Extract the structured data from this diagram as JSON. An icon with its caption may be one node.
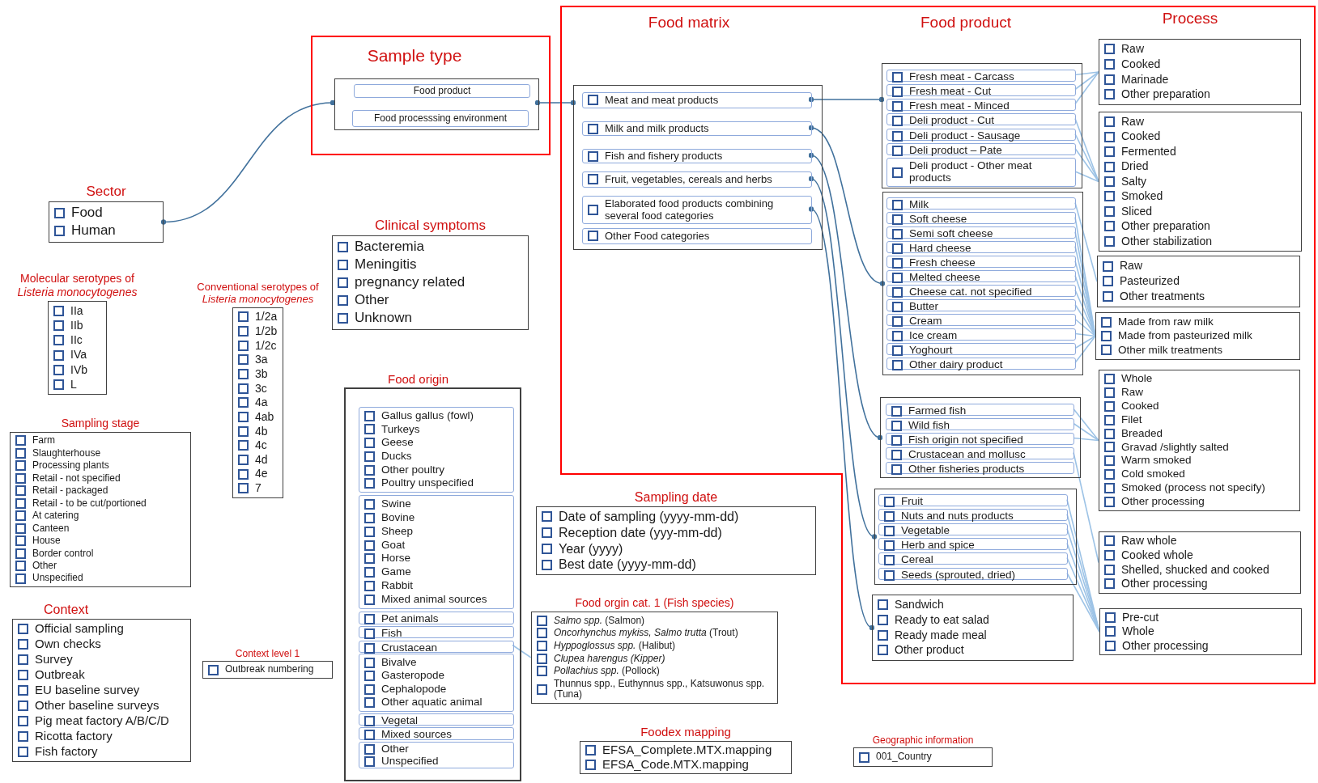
{
  "diagram": {
    "nodes": [
      {
        "text": [
          "Sample type"
        ]
      },
      {
        "text": [],
        "shape": "box",
        "in": 0
      },
      {
        "text": [
          "Food product"
        ],
        "in": 1
      },
      {
        "text": [
          "Food processsing environment"
        ],
        "in": 1
      },
      {
        "text": [
          "Sector",
          "Food",
          "Human"
        ]
      },
      {
        "text": [
          "Clinical symptoms",
          "Bacteremia",
          "Meningitis",
          "pregnancy related",
          "Other",
          "Unknown"
        ]
      },
      {
        "text": [
          "Molecular serotypes of *Listeria monocytogenes*",
          "IIa",
          "IIb",
          "IIc",
          "IVa",
          "IVb",
          "L"
        ]
      },
      {
        "text": [
          "Conventional serotypes of *Listeria monocytogenes*",
          "1/2a",
          "1/2b",
          "1/2c",
          "3a",
          "3b",
          "3c",
          "4a",
          "4ab",
          "4b",
          "4c",
          "4d",
          "4e",
          "7"
        ]
      },
      {
        "text": [
          "Sampling stage",
          "Farm",
          "Slaughterhouse",
          "Processing plants",
          "Retail - not specified",
          "Retail - packaged",
          "Retail - to be cut/portioned",
          "At catering",
          "Canteen",
          "House",
          "Border control",
          "Other",
          "Unspecified"
        ]
      },
      {
        "text": [
          "Context",
          "Official sampling",
          "Own checks",
          "Survey",
          "Outbreak",
          "EU baseline survey",
          "Other baseline surveys",
          "Pig meat factory A/B/C/D",
          "Ricotta factory",
          "Fish factory"
        ]
      },
      {
        "text": [
          "Context level 1",
          "Outbreak numbering"
        ]
      },
      {
        "text": [
          "Food origin"
        ]
      },
      {
        "text": [
          "Gallus gallus (fowl)",
          "Turkeys",
          "Geese",
          "Ducks",
          "Other poultry",
          "Poultry unspecified"
        ],
        "in": 11
      },
      {
        "text": [
          "Swine",
          "Bovine",
          "Sheep",
          "Goat",
          "Horse",
          "Game",
          "Rabbit",
          "Mixed animal sources"
        ],
        "in": 11
      },
      {
        "text": [
          "Pet animals"
        ],
        "in": 11
      },
      {
        "text": [
          "Fish"
        ],
        "in": 11
      },
      {
        "text": [
          "Crustacean"
        ],
        "in": 11
      },
      {
        "text": [
          "Bivalve",
          "Gasteropode",
          "Cephalopode",
          "Other aquatic animal"
        ],
        "in": 11
      },
      {
        "text": [
          "Vegetal"
        ],
        "in": 11
      },
      {
        "text": [
          "Mixed sources"
        ],
        "in": 11
      },
      {
        "text": [
          "Other",
          "Unspecified"
        ],
        "in": 11
      },
      {
        "text": [
          "Sampling date",
          "Date of sampling (yyyy-mm-dd)",
          "Reception date (yyy-mm-dd)",
          "Year (yyyy)",
          "Best date (yyyy-mm-dd)"
        ]
      },
      {
        "text": [
          "Food orgin cat. 1 (Fish species)",
          "*Salmo spp.* (Salmon)",
          "*Oncorhynchus mykiss, Salmo trutta* (Trout)",
          "*Hyppoglossus spp.* (Halibut)",
          "*Clupea harengus (Kipper)*",
          "*Pollachius spp.* (Pollock)",
          "Thunnus spp., Euthynnus spp., Katsuwonus spp. (Tuna)"
        ]
      },
      {
        "text": [
          "Foodex mapping",
          "EFSA_Complete.MTX.mapping",
          "EFSA_Code.MTX.mapping"
        ]
      },
      {
        "text": [
          "Geographic information",
          "001_Country"
        ]
      },
      {
        "text": [
          "Food matrix",
          "Food product",
          "Process"
        ]
      },
      {
        "text": [],
        "shape": "box",
        "in": 25
      },
      {
        "text": [
          "Meat and meat products"
        ],
        "in": 26
      },
      {
        "text": [
          "Milk and milk products"
        ],
        "in": 26
      },
      {
        "text": [
          "Fish and fishery products"
        ],
        "in": 26
      },
      {
        "text": [
          "Fruit, vegetables, cereals and herbs"
        ],
        "in": 26
      },
      {
        "text": [
          "Elaborated food products combining several food categories"
        ],
        "in": 26
      },
      {
        "text": [
          "Other Food categories"
        ],
        "in": 26
      },
      {
        "text": [],
        "shape": "box",
        "in": 25
      },
      {
        "text": [
          "Fresh meat - Carcass"
        ],
        "in": 33
      },
      {
        "text": [
          "Fresh meat - Cut"
        ],
        "in": 33
      },
      {
        "text": [
          "Fresh meat - Minced"
        ],
        "in": 33
      },
      {
        "text": [
          "Deli product - Cut"
        ],
        "in": 33
      },
      {
        "text": [
          "Deli product - Sausage"
        ],
        "in": 33
      },
      {
        "text": [
          "Deli product – Pate"
        ],
        "in": 33
      },
      {
        "text": [
          "Deli product - Other meat products"
        ],
        "in": 33
      },
      {
        "text": [],
        "shape": "box",
        "in": 25
      },
      {
        "text": [
          "Milk"
        ],
        "in": 41
      },
      {
        "text": [
          "Soft cheese"
        ],
        "in": 41
      },
      {
        "text": [
          "Semi soft cheese"
        ],
        "in": 41
      },
      {
        "text": [
          "Hard cheese"
        ],
        "in": 41
      },
      {
        "text": [
          "Fresh cheese"
        ],
        "in": 41
      },
      {
        "text": [
          "Melted cheese"
        ],
        "in": 41
      },
      {
        "text": [
          "Cheese cat. not specified"
        ],
        "in": 41
      },
      {
        "text": [
          "Butter"
        ],
        "in": 41
      },
      {
        "text": [
          "Cream"
        ],
        "in": 41
      },
      {
        "text": [
          "Ice cream"
        ],
        "in": 41
      },
      {
        "text": [
          "Yoghourt"
        ],
        "in": 41
      },
      {
        "text": [
          "Other dairy product"
        ],
        "in": 41
      },
      {
        "text": [],
        "shape": "box",
        "in": 25
      },
      {
        "text": [
          "Farmed fish"
        ],
        "in": 54
      },
      {
        "text": [
          "Wild fish"
        ],
        "in": 54
      },
      {
        "text": [
          "Fish origin not specified"
        ],
        "in": 54
      },
      {
        "text": [
          "Crustacean and mollusc"
        ],
        "in": 54
      },
      {
        "text": [
          "Other fisheries products"
        ],
        "in": 54
      },
      {
        "text": [],
        "shape": "box",
        "in": 25
      },
      {
        "text": [
          "Fruit"
        ],
        "in": 60
      },
      {
        "text": [
          "Nuts and nuts products"
        ],
        "in": 60
      },
      {
        "text": [
          "Vegetable"
        ],
        "in": 60
      },
      {
        "text": [
          "Herb and spice"
        ],
        "in": 60
      },
      {
        "text": [
          "Cereal"
        ],
        "in": 60
      },
      {
        "text": [
          "Seeds (sprouted, dried)"
        ],
        "in": 60
      },
      {
        "text": [
          "Sandwich",
          "Ready to eat salad",
          "Ready made meal",
          "Other product"
        ],
        "in": 25
      },
      {
        "text": [
          "Raw",
          "Cooked",
          "Marinade",
          "Other preparation"
        ],
        "in": 25
      },
      {
        "text": [
          "Raw",
          "Cooked",
          "Fermented",
          "Dried",
          "Salty",
          "Smoked",
          "Sliced",
          "Other preparation",
          "Other stabilization"
        ],
        "in": 25
      },
      {
        "text": [
          "Raw",
          "Pasteurized",
          "Other treatments"
        ],
        "in": 25
      },
      {
        "text": [
          "Made from raw milk",
          "Made from pasteurized milk",
          "Other milk treatments"
        ],
        "in": 25
      },
      {
        "text": [
          "Whole",
          "Raw",
          "Cooked",
          "Filet",
          "Breaded",
          "Gravad /slightly salted",
          "Warm smoked",
          "Cold smoked",
          "Smoked (process not specify)",
          "Other processing"
        ],
        "in": 25
      },
      {
        "text": [
          "Raw whole",
          "Cooked whole",
          "Shelled, shucked and cooked",
          "Other processing"
        ],
        "in": 25
      },
      {
        "text": [
          "Pre-cut",
          "Whole",
          "Other processing"
        ],
        "in": 25
      }
    ],
    "edges": [
      {
        "from": 4,
        "to": 1,
        "arrow": "other",
        "color": "#41719c"
      },
      {
        "from": 1,
        "to": 26,
        "arrow": "other",
        "color": "#41719c"
      },
      {
        "from": 27,
        "to": 33,
        "arrow": "other",
        "color": "#41719c"
      },
      {
        "from": 28,
        "to": 41,
        "arrow": "other",
        "color": "#41719c"
      },
      {
        "from": 29,
        "to": 54,
        "arrow": "other",
        "color": "#41719c"
      },
      {
        "from": 30,
        "to": 60,
        "arrow": "other",
        "color": "#41719c"
      },
      {
        "from": 31,
        "to": 67,
        "arrow": "other",
        "color": "#41719c"
      },
      {
        "from": 34,
        "to": 68,
        "arrow": "none"
      },
      {
        "from": 35,
        "to": 68,
        "arrow": "none"
      },
      {
        "from": 36,
        "to": 68,
        "arrow": "none"
      },
      {
        "from": 37,
        "to": 69,
        "arrow": "none"
      },
      {
        "from": 38,
        "to": 69,
        "arrow": "none"
      },
      {
        "from": 39,
        "to": 69,
        "arrow": "none"
      },
      {
        "from": 40,
        "to": 69,
        "arrow": "none"
      },
      {
        "from": 42,
        "to": 70,
        "arrow": "none"
      },
      {
        "from": 43,
        "to": 71,
        "arrow": "none"
      },
      {
        "from": 44,
        "to": 71,
        "arrow": "none"
      },
      {
        "from": 45,
        "to": 71,
        "arrow": "none"
      },
      {
        "from": 46,
        "to": 71,
        "arrow": "none"
      },
      {
        "from": 47,
        "to": 71,
        "arrow": "none"
      },
      {
        "from": 48,
        "to": 71,
        "arrow": "none"
      },
      {
        "from": 49,
        "to": 71,
        "arrow": "none"
      },
      {
        "from": 50,
        "to": 71,
        "arrow": "none"
      },
      {
        "from": 51,
        "to": 71,
        "arrow": "none"
      },
      {
        "from": 52,
        "to": 71,
        "arrow": "none"
      },
      {
        "from": 53,
        "to": 71,
        "arrow": "none"
      },
      {
        "from": 55,
        "to": 72,
        "arrow": "none"
      },
      {
        "from": 56,
        "to": 72,
        "arrow": "none"
      },
      {
        "from": 57,
        "to": 72,
        "arrow": "none"
      },
      {
        "from": 58,
        "to": 73,
        "arrow": "none"
      },
      {
        "from": 61,
        "to": 74,
        "arrow": "none"
      },
      {
        "from": 62,
        "to": 74,
        "arrow": "none"
      },
      {
        "from": 63,
        "to": 74,
        "arrow": "none"
      },
      {
        "from": 64,
        "to": 74,
        "arrow": "none"
      },
      {
        "from": 65,
        "to": 74,
        "arrow": "none"
      },
      {
        "from": 66,
        "to": 74,
        "arrow": "none"
      },
      {
        "from": 16,
        "to": 22,
        "arrow": "none"
      }
    ]
  }
}
